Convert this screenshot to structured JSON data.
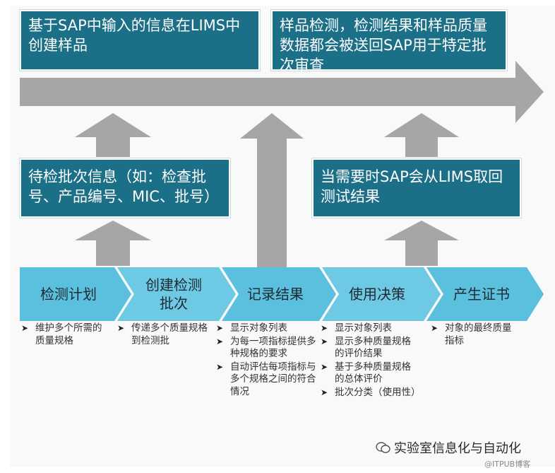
{
  "top_left_box": "基于SAP中输入的信息在LIMS中创建样品",
  "top_right_box": "样品检测，检测结果和样品质量数据都会被送回SAP用于特定批次审查",
  "mid_left_box": "待检批次信息（如：检查批号、产品编号、MIC、批号）",
  "mid_right_box": "当需要时SAP会从LIMS取回测试结果",
  "steps": [
    {
      "label": "检测计划"
    },
    {
      "label": "创建检测批次"
    },
    {
      "label": "记录结果"
    },
    {
      "label": "使用决策"
    },
    {
      "label": "产生证书"
    }
  ],
  "columns": [
    {
      "items": [
        "维护多个所需的质量规格"
      ]
    },
    {
      "items": [
        "传递多个质量规格到检测批"
      ]
    },
    {
      "items": [
        "显示对象列表",
        "为每一项指标提供多种规格的要求",
        "自动评估每项指标与多个规格之间的符合情况"
      ]
    },
    {
      "items": [
        "显示对象列表",
        "显示多种质量规格的评价结果",
        "基于多种质量规格的总体评价",
        "批次分类（使用性）"
      ]
    },
    {
      "items": [
        "对象的最终质量指标"
      ]
    }
  ],
  "bullet_glyph": "➤",
  "watermark": "实验室信息化与自动化",
  "credit": "@ITPUB博客",
  "colors": {
    "box": "#1b6f87",
    "arrow_gray": "#a6a6a6",
    "step_light": "#5bc0de",
    "step_text": "#1e2a33"
  }
}
